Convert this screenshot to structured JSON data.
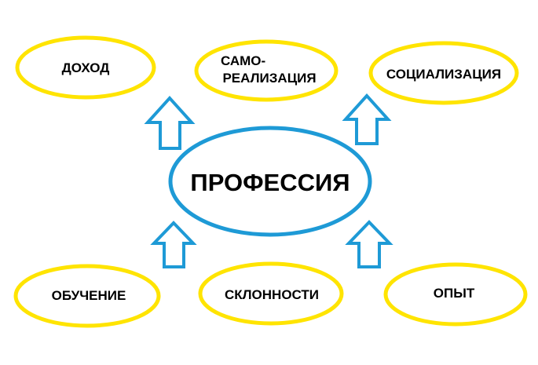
{
  "center": {
    "label": "ПРОФЕССИЯ"
  },
  "top_nodes": [
    {
      "label": "ДОХОД"
    },
    {
      "line1": "САМО-",
      "line2": "РЕАЛИЗАЦИЯ"
    },
    {
      "label": "СОЦИАЛИЗАЦИЯ"
    }
  ],
  "bottom_nodes": [
    {
      "label": "ОБУЧЕНИЕ"
    },
    {
      "label": "СКЛОННОСТИ"
    },
    {
      "label": "ОПЫТ"
    }
  ],
  "colors": {
    "outer_ellipse": "#ffe400",
    "center_ellipse": "#1e9ad6",
    "arrow": "#1e9ad6",
    "text": "#000000"
  }
}
